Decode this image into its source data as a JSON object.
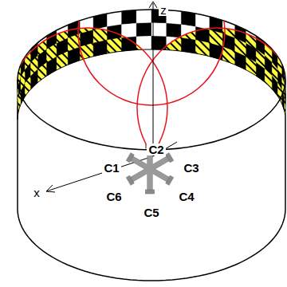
{
  "diagram": {
    "labels": [
      "z",
      "x",
      "C1",
      "C2",
      "C3",
      "C6",
      "C4",
      "C5"
    ]
  }
}
